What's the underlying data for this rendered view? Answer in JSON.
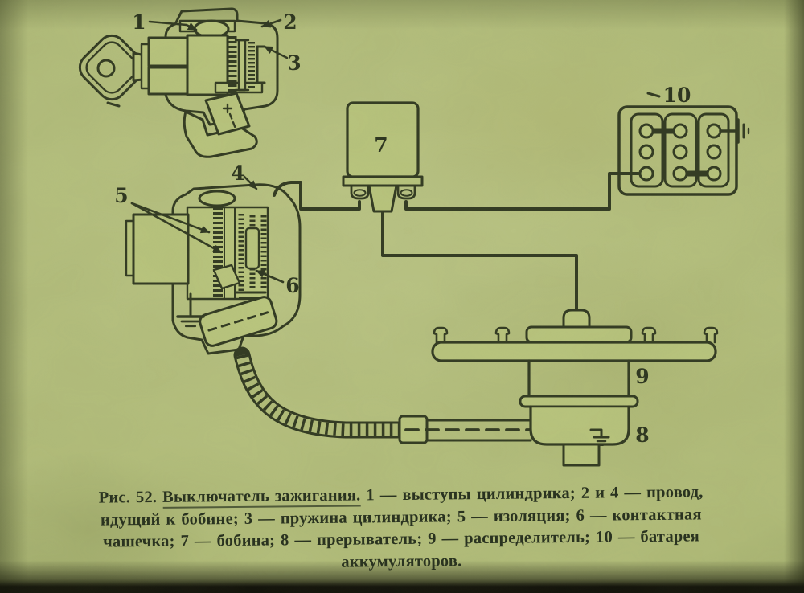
{
  "page": {
    "paper_color": "#b2bd7a",
    "ink_color": "#323a23"
  },
  "figure_labels": {
    "n1": "1",
    "n2": "2",
    "n3": "3",
    "n4": "4",
    "n5": "5",
    "n6": "6",
    "n7": "7",
    "n8": "8",
    "n9": "9",
    "n10": "10"
  },
  "caption": {
    "figure_ref": "Рис. 52.",
    "title": "Выключатель зажигания.",
    "line1_rest": "1 — выступы цилиндрика; 2 и 4 — провод,",
    "line2": "идущий к бобине; 3 — пружина цилиндрика; 5 — изоляция; 6 — контактная",
    "line3": "чашечка; 7 — бобина; 8 — прерыватель; 9 — распределитель; 10 — батарея",
    "line4": "аккумуляторов."
  }
}
